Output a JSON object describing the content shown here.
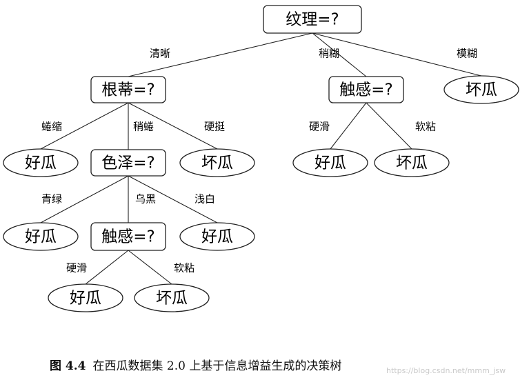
{
  "diagram": {
    "nodes": [
      {
        "id": "n1",
        "shape": "rect",
        "label": "纹理=?"
      },
      {
        "id": "n2",
        "shape": "rect",
        "label": "根蒂=?"
      },
      {
        "id": "n3",
        "shape": "rect",
        "label": "触感=?"
      },
      {
        "id": "n4",
        "shape": "ellipse",
        "label": "坏瓜"
      },
      {
        "id": "n5",
        "shape": "ellipse",
        "label": "好瓜"
      },
      {
        "id": "n6",
        "shape": "rect",
        "label": "色泽=?"
      },
      {
        "id": "n7",
        "shape": "ellipse",
        "label": "坏瓜"
      },
      {
        "id": "n8",
        "shape": "ellipse",
        "label": "好瓜"
      },
      {
        "id": "n9",
        "shape": "ellipse",
        "label": "坏瓜"
      },
      {
        "id": "n10",
        "shape": "ellipse",
        "label": "好瓜"
      },
      {
        "id": "n11",
        "shape": "rect",
        "label": "触感=?"
      },
      {
        "id": "n12",
        "shape": "ellipse",
        "label": "好瓜"
      },
      {
        "id": "n13",
        "shape": "ellipse",
        "label": "好瓜"
      },
      {
        "id": "n14",
        "shape": "ellipse",
        "label": "坏瓜"
      }
    ],
    "edges": [
      {
        "from": "n1",
        "to": "n2",
        "label": "清晰"
      },
      {
        "from": "n1",
        "to": "n3",
        "label": "稍糊"
      },
      {
        "from": "n1",
        "to": "n4",
        "label": "模糊"
      },
      {
        "from": "n2",
        "to": "n5",
        "label": "蜷缩"
      },
      {
        "from": "n2",
        "to": "n6",
        "label": "稍蜷"
      },
      {
        "from": "n2",
        "to": "n7",
        "label": "硬挺"
      },
      {
        "from": "n3",
        "to": "n8",
        "label": "硬滑"
      },
      {
        "from": "n3",
        "to": "n9",
        "label": "软粘"
      },
      {
        "from": "n6",
        "to": "n10",
        "label": "青绿"
      },
      {
        "from": "n6",
        "to": "n11",
        "label": "乌黑"
      },
      {
        "from": "n6",
        "to": "n12",
        "label": "浅白"
      },
      {
        "from": "n11",
        "to": "n13",
        "label": "硬滑"
      },
      {
        "from": "n11",
        "to": "n14",
        "label": "软粘"
      }
    ]
  },
  "caption": {
    "figure_number": "图 4.4",
    "text": "在西瓜数据集 2.0 上基于信息增益生成的决策树"
  },
  "watermark": "https://blog.csdn.net/mmm_jsw"
}
